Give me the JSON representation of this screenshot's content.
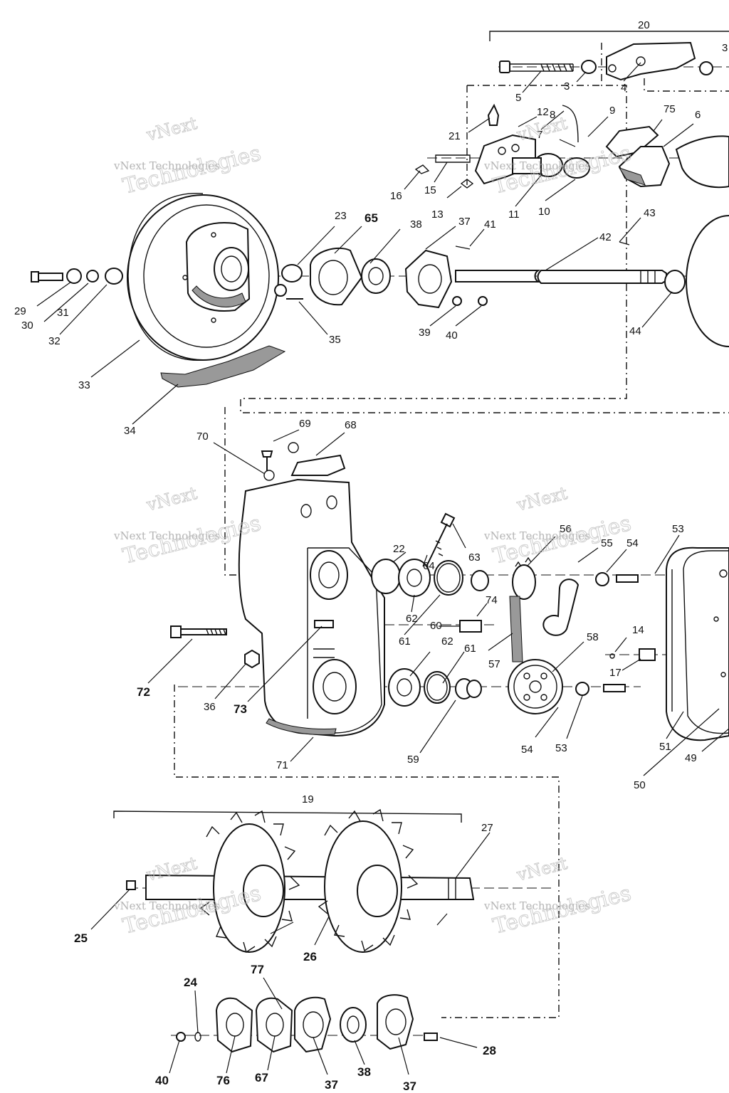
{
  "watermark": {
    "line1": "vNext",
    "line2": "vNext Technologies",
    "line3": "Technologies"
  },
  "labels": [
    {
      "id": "20",
      "text": "20"
    },
    {
      "id": "3a",
      "text": "3"
    },
    {
      "id": "3b",
      "text": "3"
    },
    {
      "id": "4",
      "text": "4"
    },
    {
      "id": "5",
      "text": "5"
    },
    {
      "id": "6",
      "text": "6"
    },
    {
      "id": "7",
      "text": "7"
    },
    {
      "id": "8",
      "text": "8"
    },
    {
      "id": "9",
      "text": "9"
    },
    {
      "id": "10",
      "text": "10"
    },
    {
      "id": "11",
      "text": "11"
    },
    {
      "id": "12",
      "text": "12"
    },
    {
      "id": "13",
      "text": "13"
    },
    {
      "id": "14",
      "text": "14"
    },
    {
      "id": "15",
      "text": "15"
    },
    {
      "id": "16",
      "text": "16"
    },
    {
      "id": "17",
      "text": "17"
    },
    {
      "id": "19",
      "text": "19"
    },
    {
      "id": "21",
      "text": "21"
    },
    {
      "id": "22",
      "text": "22"
    },
    {
      "id": "23",
      "text": "23"
    },
    {
      "id": "24",
      "text": "24"
    },
    {
      "id": "25",
      "text": "25"
    },
    {
      "id": "26",
      "text": "26"
    },
    {
      "id": "27",
      "text": "27"
    },
    {
      "id": "28",
      "text": "28"
    },
    {
      "id": "29",
      "text": "29"
    },
    {
      "id": "30",
      "text": "30"
    },
    {
      "id": "31",
      "text": "31"
    },
    {
      "id": "32",
      "text": "32"
    },
    {
      "id": "33",
      "text": "33"
    },
    {
      "id": "34",
      "text": "34"
    },
    {
      "id": "35",
      "text": "35"
    },
    {
      "id": "36",
      "text": "36"
    },
    {
      "id": "37a",
      "text": "37"
    },
    {
      "id": "37b",
      "text": "37"
    },
    {
      "id": "37c",
      "text": "37"
    },
    {
      "id": "38a",
      "text": "38"
    },
    {
      "id": "38b",
      "text": "38"
    },
    {
      "id": "39",
      "text": "39"
    },
    {
      "id": "40a",
      "text": "40"
    },
    {
      "id": "40b",
      "text": "40"
    },
    {
      "id": "41",
      "text": "41"
    },
    {
      "id": "42",
      "text": "42"
    },
    {
      "id": "43",
      "text": "43"
    },
    {
      "id": "44",
      "text": "44"
    },
    {
      "id": "49",
      "text": "49"
    },
    {
      "id": "50",
      "text": "50"
    },
    {
      "id": "51",
      "text": "51"
    },
    {
      "id": "53a",
      "text": "53"
    },
    {
      "id": "53b",
      "text": "53"
    },
    {
      "id": "54a",
      "text": "54"
    },
    {
      "id": "54b",
      "text": "54"
    },
    {
      "id": "55",
      "text": "55"
    },
    {
      "id": "56",
      "text": "56"
    },
    {
      "id": "57",
      "text": "57"
    },
    {
      "id": "58",
      "text": "58"
    },
    {
      "id": "59",
      "text": "59"
    },
    {
      "id": "60",
      "text": "60"
    },
    {
      "id": "61a",
      "text": "61"
    },
    {
      "id": "61b",
      "text": "61"
    },
    {
      "id": "62a",
      "text": "62"
    },
    {
      "id": "62b",
      "text": "62"
    },
    {
      "id": "63",
      "text": "63"
    },
    {
      "id": "64",
      "text": "64"
    },
    {
      "id": "65",
      "text": "65"
    },
    {
      "id": "67",
      "text": "67"
    },
    {
      "id": "68",
      "text": "68"
    },
    {
      "id": "69",
      "text": "69"
    },
    {
      "id": "70",
      "text": "70"
    },
    {
      "id": "71",
      "text": "71"
    },
    {
      "id": "72",
      "text": "72"
    },
    {
      "id": "73",
      "text": "73"
    },
    {
      "id": "74",
      "text": "74"
    },
    {
      "id": "75",
      "text": "75"
    },
    {
      "id": "76",
      "text": "76"
    },
    {
      "id": "77",
      "text": "77"
    }
  ]
}
